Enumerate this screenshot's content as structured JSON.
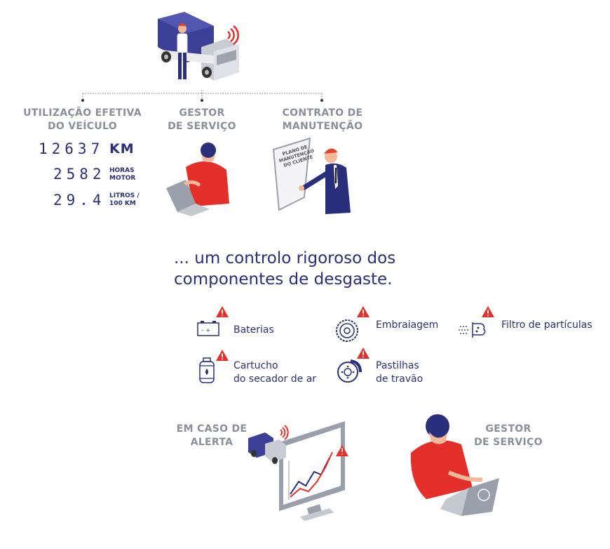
{
  "top": {
    "columns": [
      {
        "line1": "UTILIZAÇÃO EFETIVA",
        "line2": "DO VEÍCULO"
      },
      {
        "line1": "GESTOR",
        "line2": "DE SERVIÇO"
      },
      {
        "line1": "CONTRATO DE",
        "line2": "MANUTENÇÃO"
      }
    ],
    "stats": [
      {
        "value": "12637",
        "unit": "KM"
      },
      {
        "value": "2582",
        "unit_line1": "HORAS",
        "unit_line2": "MOTOR"
      },
      {
        "value": "29.4",
        "unit_line1": "LITROS /",
        "unit_line2": "100 KM"
      }
    ],
    "board": {
      "line1": "PLANO DE",
      "line2": "MANUTENÇÃO",
      "line3": "DO CLIENTE"
    }
  },
  "headline": {
    "line1": "... um controlo rigoroso dos",
    "line2": "componentes de desgaste."
  },
  "components": [
    {
      "label": "Baterias",
      "icon": "battery-icon"
    },
    {
      "label": "Embraiagem",
      "icon": "clutch-icon"
    },
    {
      "label": "Filtro de partículas",
      "icon": "particle-filter-icon"
    },
    {
      "line1": "Cartucho",
      "line2": "do secador de ar",
      "icon": "air-dryer-icon"
    },
    {
      "line1": "Pastilhas",
      "line2": "de travão",
      "icon": "brake-pad-icon"
    }
  ],
  "bottom": {
    "alert": {
      "line1": "EM CASO DE",
      "line2": "ALERTA"
    },
    "manager": {
      "line1": "GESTOR",
      "line2": "DE SERVIÇO"
    }
  },
  "colors": {
    "navy": "#2a2f7c",
    "red": "#e52f2a",
    "gray": "#8b8f99"
  }
}
